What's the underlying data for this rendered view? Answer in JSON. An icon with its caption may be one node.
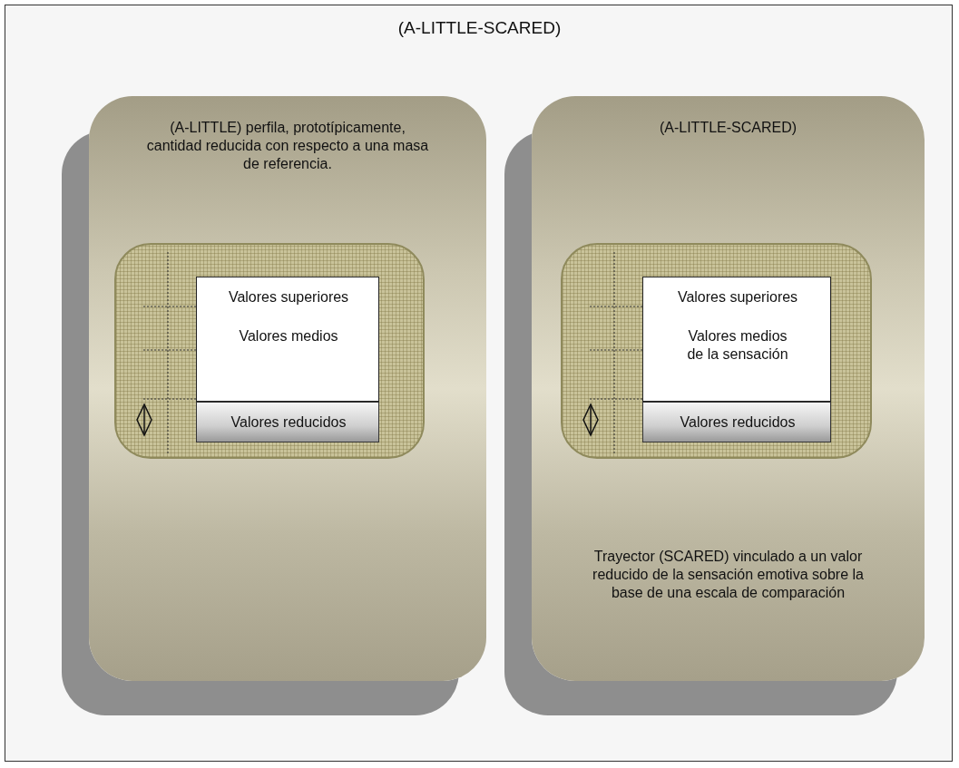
{
  "diagram": {
    "nodes": [
      {
        "text": [
          "(A-LITTLE-SCARED)"
        ]
      },
      {
        "text": [
          "(A-LITTLE) perfila, prototípicamente, cantidad reducida con respecto a una masa de referencia."
        ],
        "in": 0
      },
      {
        "text": [],
        "shape": "box",
        "in": 1
      },
      {
        "text": [
          "Valores superiores",
          "Valores medios"
        ],
        "in": 2
      },
      {
        "text": [
          "Valores reducidos"
        ],
        "in": 2
      },
      {
        "text": [
          "(A-LITTLE-SCARED)",
          "Trayector (SCARED) vinculado a un valor reducido de la sensación emotiva sobre la base de una escala de comparación"
        ],
        "in": 0
      },
      {
        "text": [],
        "shape": "box",
        "in": 5
      },
      {
        "text": [
          "Valores superiores",
          "Valores medios de la sensación"
        ],
        "in": 6
      },
      {
        "text": [
          "Valores reducidos"
        ],
        "in": 6
      }
    ],
    "edges": []
  }
}
